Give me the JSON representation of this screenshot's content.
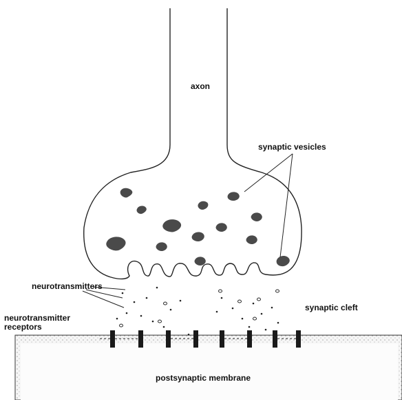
{
  "labels": {
    "axon": "axon",
    "synaptic_vesicles": "synaptic vesicles",
    "neurotransmitters": "neurotransmitters",
    "synaptic_cleft": "synaptic cleft",
    "receptors_line1": "neurotransmitter",
    "receptors_line2": "receptors",
    "postsynaptic_membrane": "postsynaptic membrane"
  },
  "colors": {
    "outline": "#222222",
    "vesicle": "#4a4a4a",
    "receptor": "#1a1a1a",
    "membrane_fill": "#f3f3f3"
  }
}
